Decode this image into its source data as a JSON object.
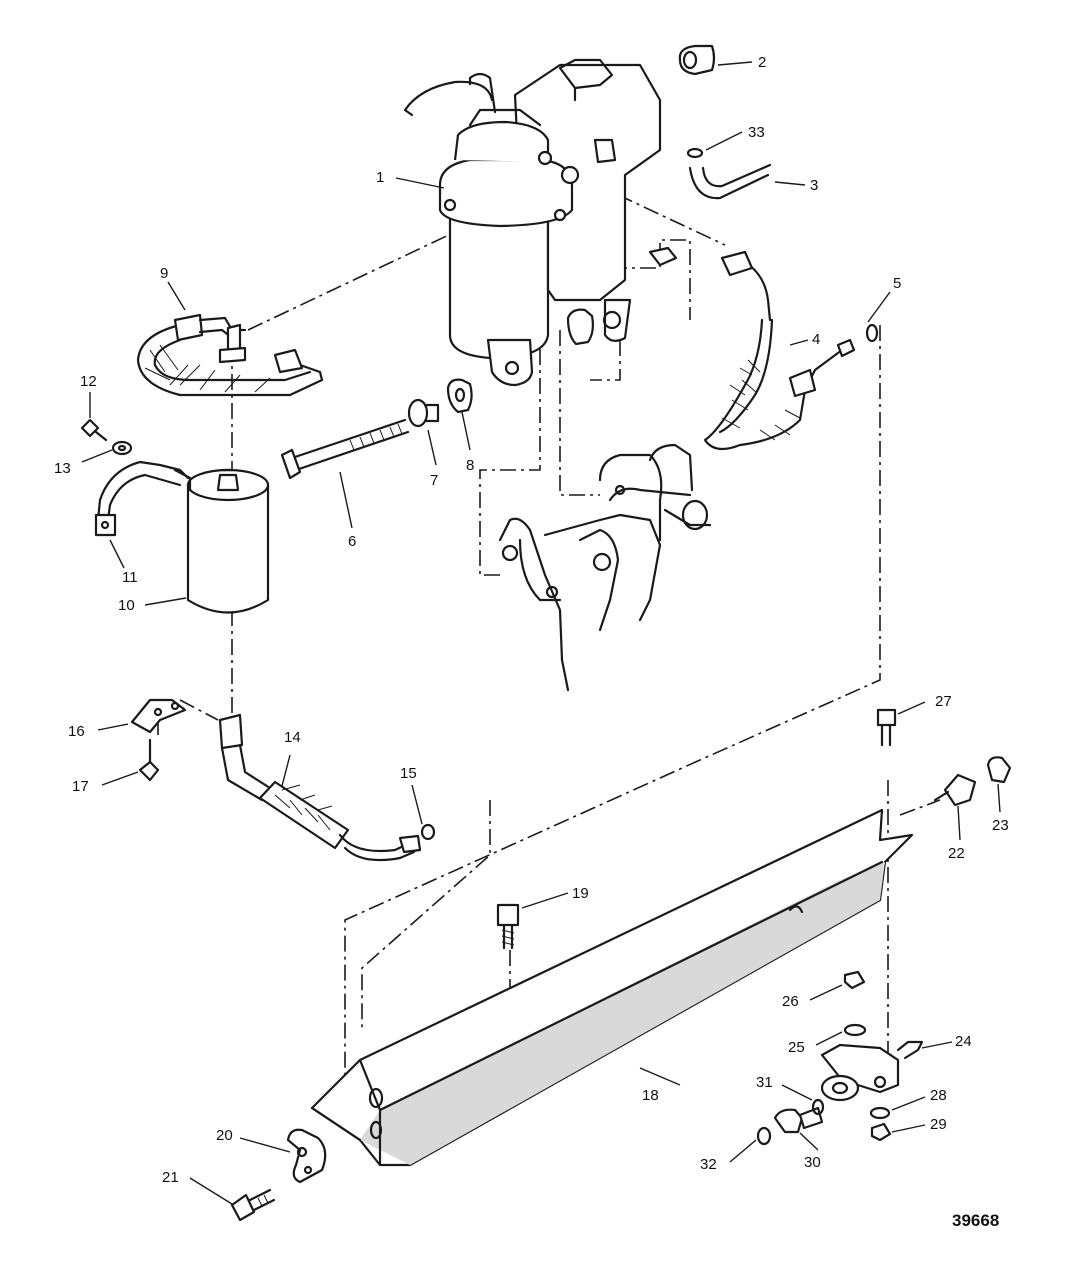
{
  "figure_number": "39668",
  "callouts": [
    {
      "id": "c1",
      "label": "1"
    },
    {
      "id": "c2",
      "label": "2"
    },
    {
      "id": "c3",
      "label": "3"
    },
    {
      "id": "c4",
      "label": "4"
    },
    {
      "id": "c5",
      "label": "5"
    },
    {
      "id": "c6",
      "label": "6"
    },
    {
      "id": "c7",
      "label": "7"
    },
    {
      "id": "c8",
      "label": "8"
    },
    {
      "id": "c9",
      "label": "9"
    },
    {
      "id": "c10",
      "label": "10"
    },
    {
      "id": "c11",
      "label": "11"
    },
    {
      "id": "c12",
      "label": "12"
    },
    {
      "id": "c13",
      "label": "13"
    },
    {
      "id": "c14",
      "label": "14"
    },
    {
      "id": "c15",
      "label": "15"
    },
    {
      "id": "c16",
      "label": "16"
    },
    {
      "id": "c17",
      "label": "17"
    },
    {
      "id": "c18",
      "label": "18"
    },
    {
      "id": "c19",
      "label": "19"
    },
    {
      "id": "c20",
      "label": "20"
    },
    {
      "id": "c21",
      "label": "21"
    },
    {
      "id": "c22",
      "label": "22"
    },
    {
      "id": "c23",
      "label": "23"
    },
    {
      "id": "c24",
      "label": "24"
    },
    {
      "id": "c25",
      "label": "25"
    },
    {
      "id": "c26",
      "label": "26"
    },
    {
      "id": "c27",
      "label": "27"
    },
    {
      "id": "c28",
      "label": "28"
    },
    {
      "id": "c29",
      "label": "29"
    },
    {
      "id": "c30",
      "label": "30"
    },
    {
      "id": "c31",
      "label": "31"
    },
    {
      "id": "c32",
      "label": "32"
    },
    {
      "id": "c33",
      "label": "33"
    }
  ]
}
